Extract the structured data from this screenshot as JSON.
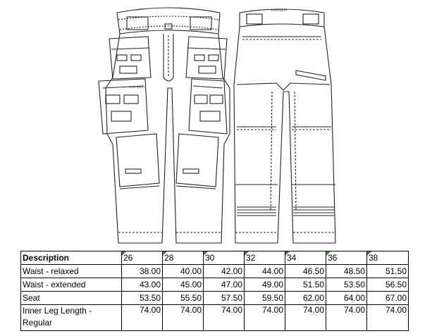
{
  "front_label": "PORTWEST",
  "back_label": "PORTWEST",
  "table": {
    "header": [
      "Description",
      "26",
      "28",
      "30",
      "32",
      "34",
      "36",
      "38"
    ],
    "rows": [
      {
        "label": "Waist - relaxed",
        "values": [
          "38.00",
          "40.00",
          "42.00",
          "44.00",
          "46.50",
          "48.50",
          "51.50"
        ]
      },
      {
        "label": "Waist - extended",
        "values": [
          "43.00",
          "45.00",
          "47.00",
          "49.00",
          "51.50",
          "53.50",
          "56.50"
        ]
      },
      {
        "label": "Seat",
        "values": [
          "53.50",
          "55.50",
          "57.50",
          "59.50",
          "62.00",
          "64.00",
          "67.00"
        ]
      },
      {
        "label": "Inner Leg Length - Regular",
        "values": [
          "74.00",
          "74.00",
          "74.00",
          "74.00",
          "74.00",
          "74.00",
          "74.00"
        ]
      }
    ]
  },
  "colors": {
    "flag": "#2e8b2e",
    "line": "#222222"
  }
}
